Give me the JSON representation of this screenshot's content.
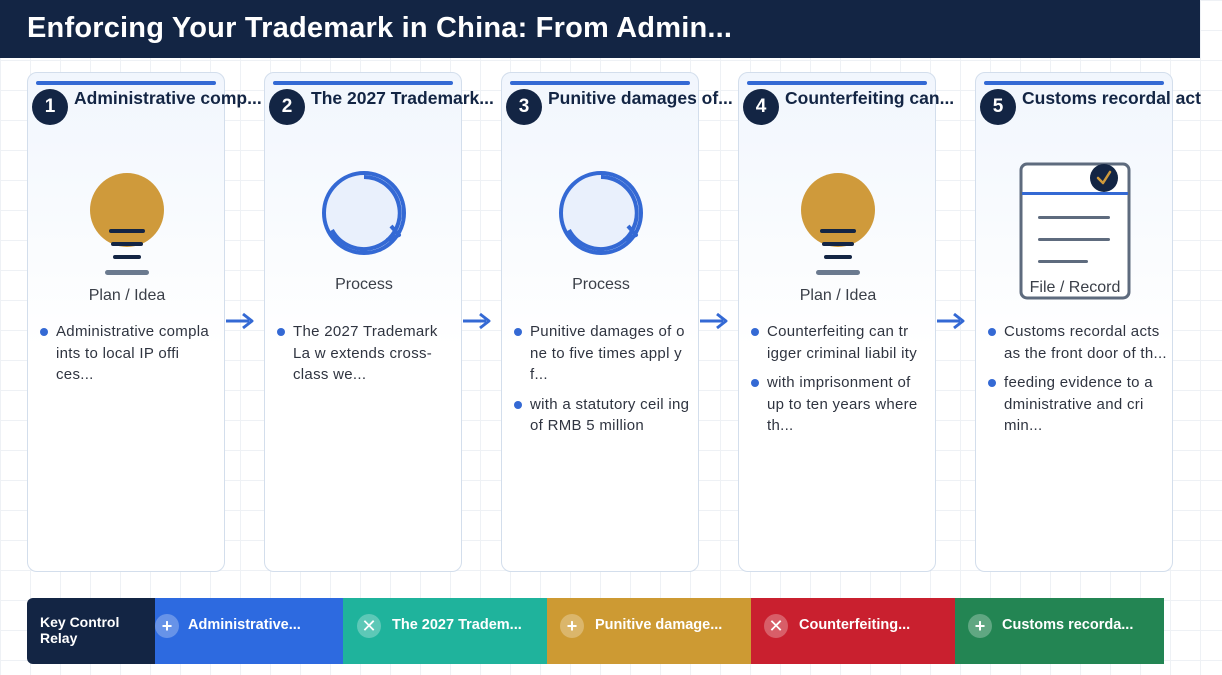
{
  "header": {
    "title": "Enforcing Your Trademark in China: From Admin..."
  },
  "steps": [
    {
      "number": "1",
      "title": "Administrative comp...",
      "icon": "lightbulb-icon",
      "icon_label": "Plan / Idea",
      "bullets": [
        "Administrative compla ints to local IP offi ces..."
      ]
    },
    {
      "number": "2",
      "title": "The 2027 Trademark...",
      "icon": "process-cycle-icon",
      "icon_label": "Process",
      "bullets": [
        "The 2027 Trademark La w extends cross-class we..."
      ]
    },
    {
      "number": "3",
      "title": "Punitive damages of...",
      "icon": "process-cycle-icon",
      "icon_label": "Process",
      "bullets": [
        "Punitive damages of o ne to five times appl y f...",
        "with a statutory ceil ing of RMB 5 million"
      ]
    },
    {
      "number": "4",
      "title": "Counterfeiting can...",
      "icon": "lightbulb-icon",
      "icon_label": "Plan / Idea",
      "bullets": [
        "Counterfeiting can tr igger criminal liabil ity",
        "with imprisonment of up to ten years where th..."
      ]
    },
    {
      "number": "5",
      "title": "Customs recordal act",
      "icon": "file-record-icon",
      "icon_label": "File / Record",
      "bullets": [
        "Customs recordal acts as the front door of th...",
        "feeding evidence to a dministrative and cri min..."
      ]
    }
  ],
  "relay": {
    "label": "Key Control Relay",
    "segments": [
      {
        "icon": "plus-icon",
        "glyph": "+",
        "label": "Administrative...",
        "color": "#2d6ae0"
      },
      {
        "icon": "close-icon",
        "glyph": "✕",
        "label": "The 2027 Tradem...",
        "color": "#1fb39c"
      },
      {
        "icon": "plus-icon",
        "glyph": "+",
        "label": "Punitive damage...",
        "color": "#cd9a33"
      },
      {
        "icon": "close-icon",
        "glyph": "✕",
        "label": "Counterfeiting...",
        "color": "#c9202f"
      },
      {
        "icon": "plus-icon",
        "glyph": "+",
        "label": "Customs recorda...",
        "color": "#238553"
      }
    ]
  },
  "colors": {
    "navy": "#132544",
    "accent_blue": "#3469d4",
    "gold": "#cf9a3b"
  }
}
